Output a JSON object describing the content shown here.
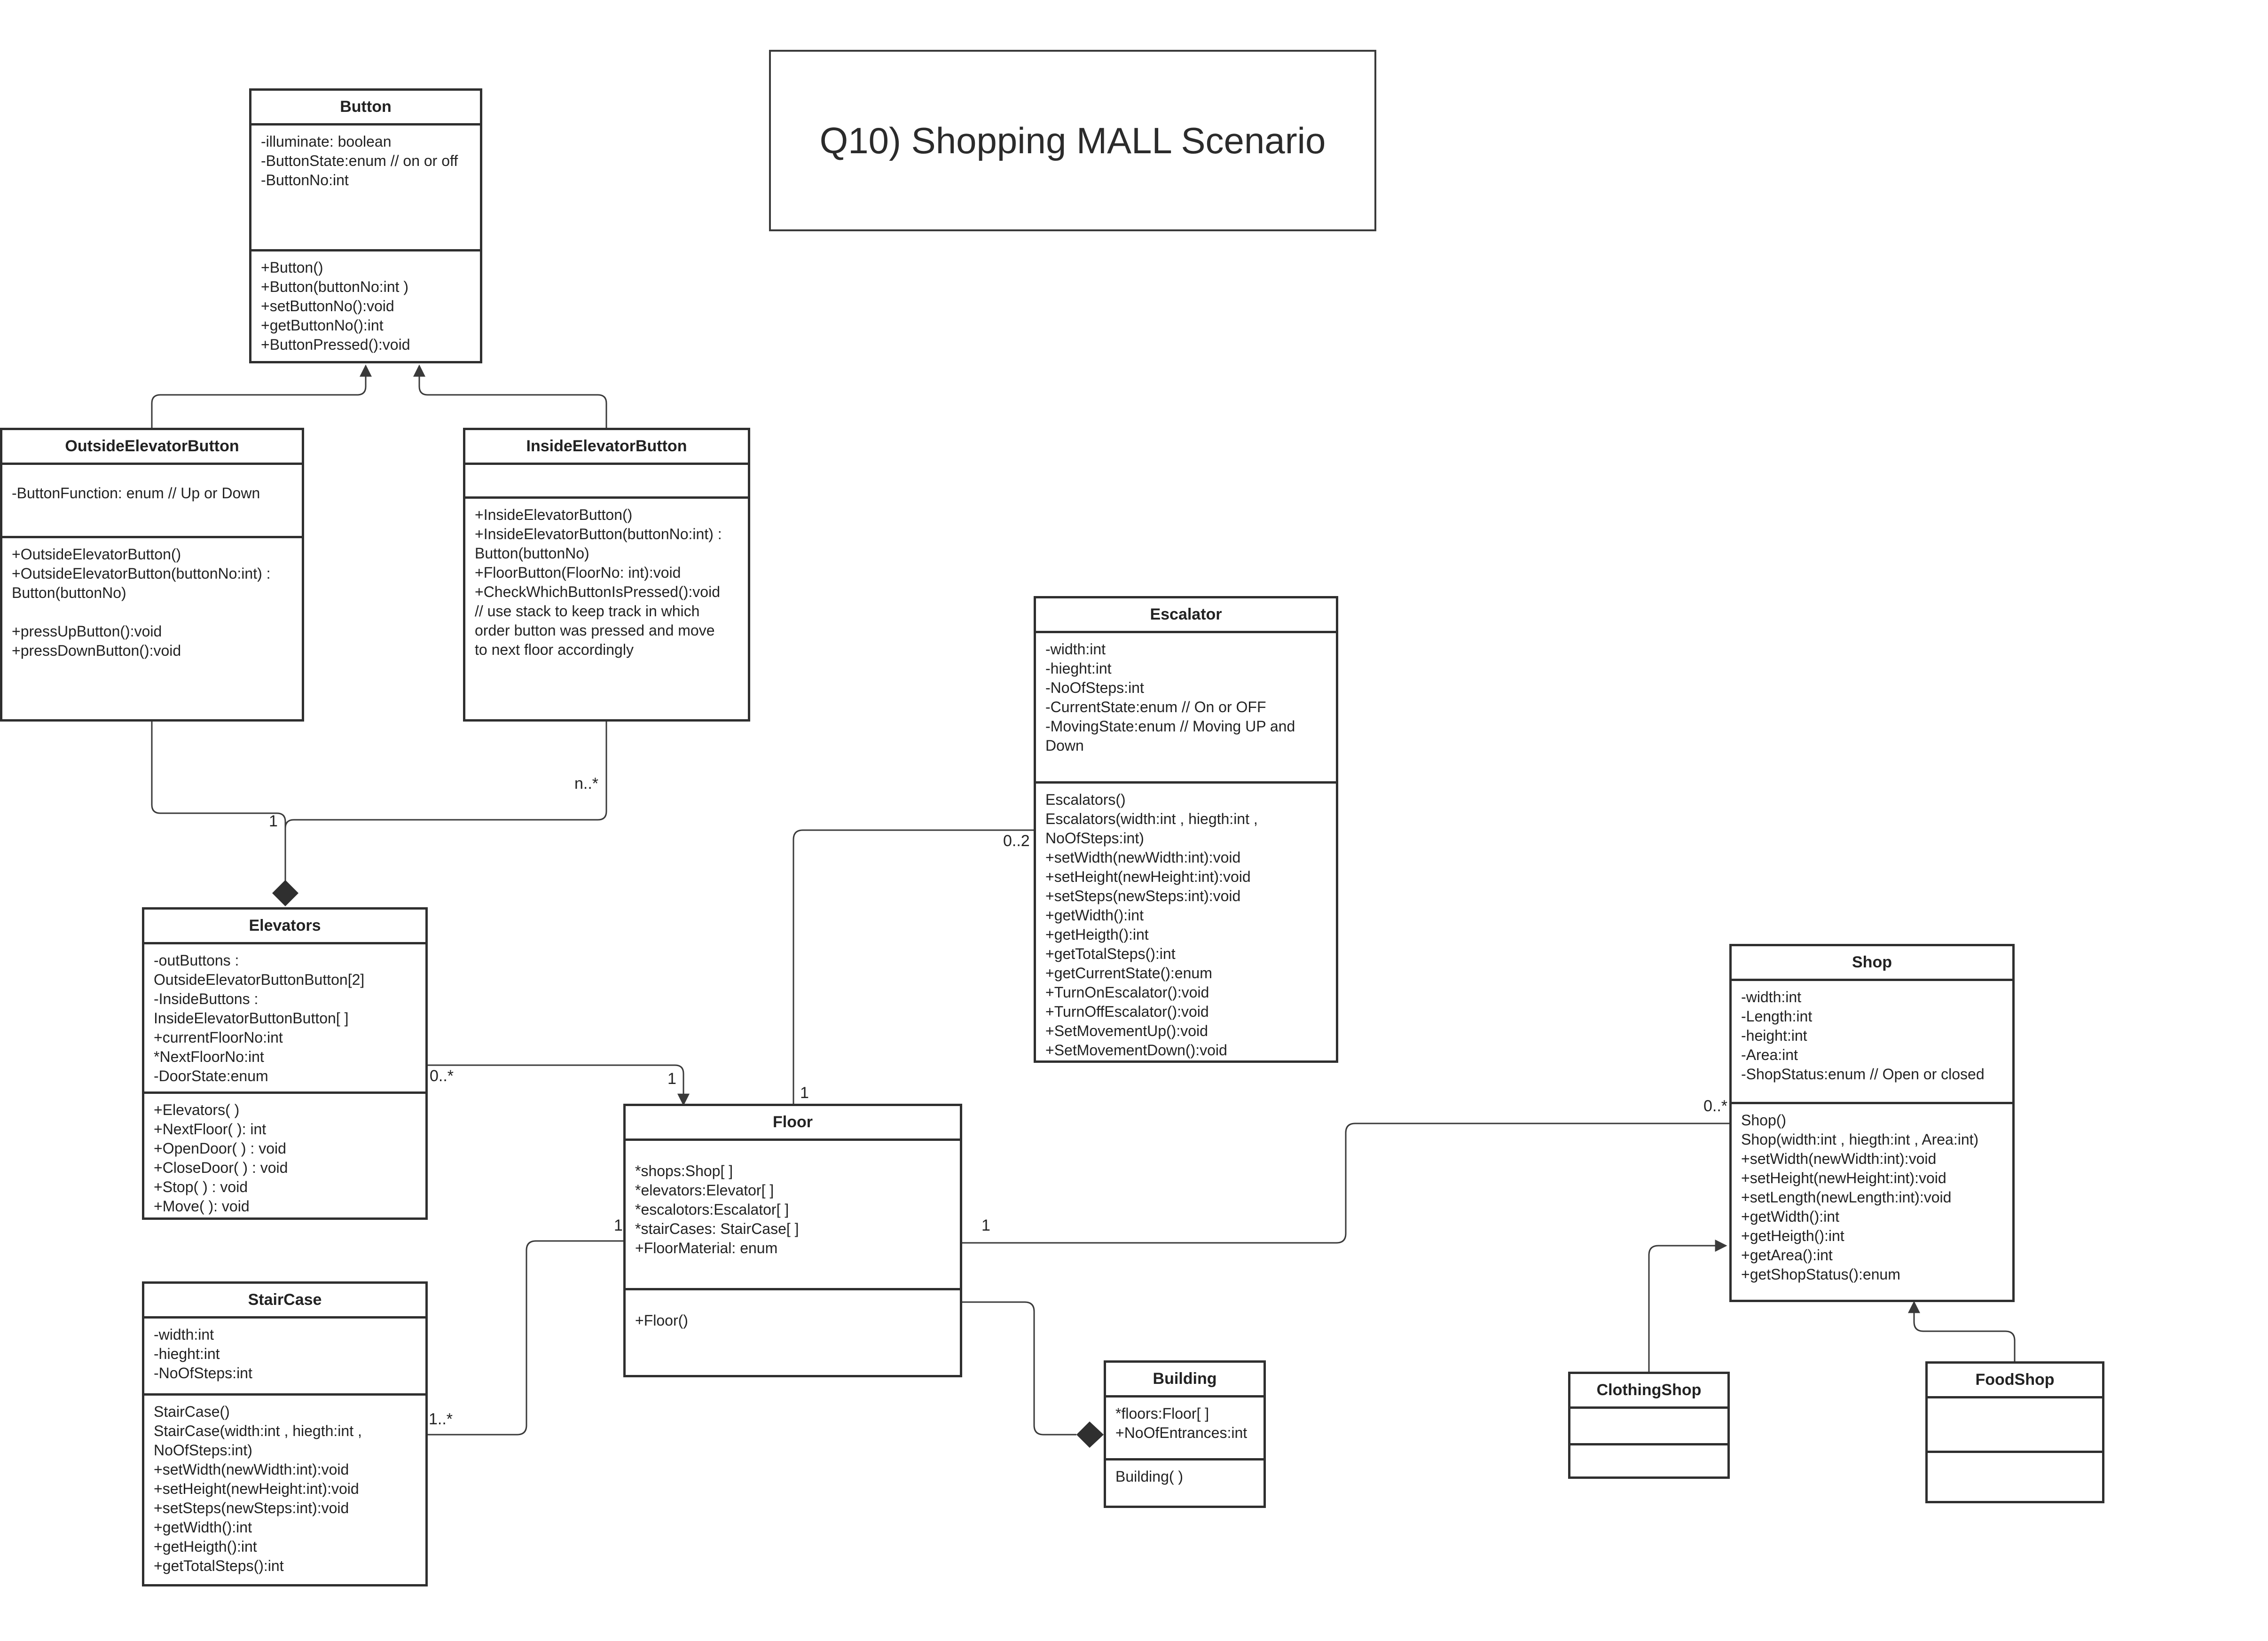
{
  "title": "Q10) Shopping MALL Scenario",
  "colors": {
    "line": "#3a3a3a",
    "box_border": "#2f2f2f",
    "text": "#222222",
    "background": "#ffffff"
  },
  "classes": {
    "button": {
      "name": "Button",
      "attributes": [
        "-illuminate: boolean",
        "-ButtonState:enum // on or off",
        "-ButtonNo:int"
      ],
      "operations": [
        "+Button()",
        "+Button(buttonNo:int )",
        "+setButtonNo():void",
        "+getButtonNo():int",
        "+ButtonPressed():void"
      ]
    },
    "outside_elevator_button": {
      "name": "OutsideElevatorButton",
      "attributes": [
        "-ButtonFunction: enum // Up or Down"
      ],
      "operations": [
        "+OutsideElevatorButton()",
        "+OutsideElevatorButton(buttonNo:int) :",
        "Button(buttonNo)",
        "",
        "+pressUpButton():void",
        "+pressDownButton():void"
      ]
    },
    "inside_elevator_button": {
      "name": "InsideElevatorButton",
      "attributes": [],
      "operations": [
        "+InsideElevatorButton()",
        "+InsideElevatorButton(buttonNo:int) :",
        "Button(buttonNo)",
        "+FloorButton(FloorNo: int):void",
        "+CheckWhichButtonIsPressed():void",
        "// use stack to keep track in which",
        "order button was pressed and move",
        "to next floor accordingly"
      ]
    },
    "escalator": {
      "name": "Escalator",
      "attributes": [
        "-width:int",
        "-hieght:int",
        "-NoOfSteps:int",
        "-CurrentState:enum // On or OFF",
        "-MovingState:enum // Moving UP and",
        "Down"
      ],
      "operations": [
        "Escalators()",
        "Escalators(width:int , hiegth:int ,",
        "NoOfSteps:int)",
        "+setWidth(newWidth:int):void",
        "+setHeight(newHeight:int):void",
        "+setSteps(newSteps:int):void",
        "+getWidth():int",
        "+getHeigth():int",
        "+getTotalSteps():int",
        "+getCurrentState():enum",
        "+TurnOnEscalator():void",
        "+TurnOffEscalator():void",
        "+SetMovementUp():void",
        "+SetMovementDown():void"
      ]
    },
    "elevators": {
      "name": "Elevators",
      "attributes": [
        "-outButtons :",
        "OutsideElevatorButtonButton[2]",
        "-InsideButtons :",
        "InsideElevatorButtonButton[ ]",
        "+currentFloorNo:int",
        "*NextFloorNo:int",
        "-DoorState:enum"
      ],
      "operations": [
        "+Elevators( )",
        "+NextFloor( ): int",
        "+OpenDoor( ) : void",
        "+CloseDoor( ) : void",
        "+Stop( ) : void",
        "+Move( ): void"
      ]
    },
    "floor": {
      "name": "Floor",
      "attributes": [
        "*shops:Shop[ ]",
        "*elevators:Elevator[ ]",
        "*escalotors:Escalator[ ]",
        "*stairCases: StairCase[ ]",
        "+FloorMaterial: enum"
      ],
      "operations": [
        "+Floor()"
      ]
    },
    "shop": {
      "name": "Shop",
      "attributes": [
        "-width:int",
        "-Length:int",
        "-height:int",
        "-Area:int",
        "-ShopStatus:enum // Open or closed"
      ],
      "operations": [
        "Shop()",
        "Shop(width:int , hiegth:int , Area:int)",
        "+setWidth(newWidth:int):void",
        "+setHeight(newHeight:int):void",
        "+setLength(newLength:int):void",
        "+getWidth():int",
        "+getHeigth():int",
        "+getArea():int",
        "+getShopStatus():enum"
      ]
    },
    "staircase": {
      "name": "StairCase",
      "attributes": [
        "-width:int",
        "-hieght:int",
        "-NoOfSteps:int"
      ],
      "operations": [
        "StairCase()",
        "StairCase(width:int , hiegth:int ,",
        "NoOfSteps:int)",
        "+setWidth(newWidth:int):void",
        "+setHeight(newHeight:int):void",
        "+setSteps(newSteps:int):void",
        "+getWidth():int",
        "+getHeigth():int",
        "+getTotalSteps():int"
      ]
    },
    "building": {
      "name": "Building",
      "attributes": [
        "*floors:Floor[ ]",
        "+NoOfEntrances:int"
      ],
      "operations": [
        "Building( )"
      ]
    },
    "clothing_shop": {
      "name": "ClothingShop",
      "attributes": [],
      "operations": []
    },
    "food_shop": {
      "name": "FoodShop",
      "attributes": [],
      "operations": []
    }
  },
  "relationships": [
    {
      "from": "OutsideElevatorButton",
      "to": "Button",
      "kind": "generalization"
    },
    {
      "from": "InsideElevatorButton",
      "to": "Button",
      "kind": "generalization"
    },
    {
      "from": "OutsideElevatorButton",
      "to": "Elevators",
      "kind": "composition",
      "multiplicity": "1"
    },
    {
      "from": "InsideElevatorButton",
      "to": "Elevators",
      "kind": "composition",
      "multiplicity": "n..*"
    },
    {
      "from": "Elevators",
      "to": "Floor",
      "kind": "association",
      "multiplicity_from": "0..*",
      "multiplicity_to": "1"
    },
    {
      "from": "Escalator",
      "to": "Floor",
      "kind": "association",
      "multiplicity_from": "0..2",
      "multiplicity_to": "1"
    },
    {
      "from": "Shop",
      "to": "Floor",
      "kind": "association",
      "multiplicity_from": "0..*",
      "multiplicity_to": "1"
    },
    {
      "from": "StairCase",
      "to": "Floor",
      "kind": "association",
      "multiplicity_from": "1..*",
      "multiplicity_to": "1"
    },
    {
      "from": "Floor",
      "to": "Building",
      "kind": "composition"
    },
    {
      "from": "ClothingShop",
      "to": "Shop",
      "kind": "generalization"
    },
    {
      "from": "FoodShop",
      "to": "Shop",
      "kind": "generalization"
    }
  ]
}
